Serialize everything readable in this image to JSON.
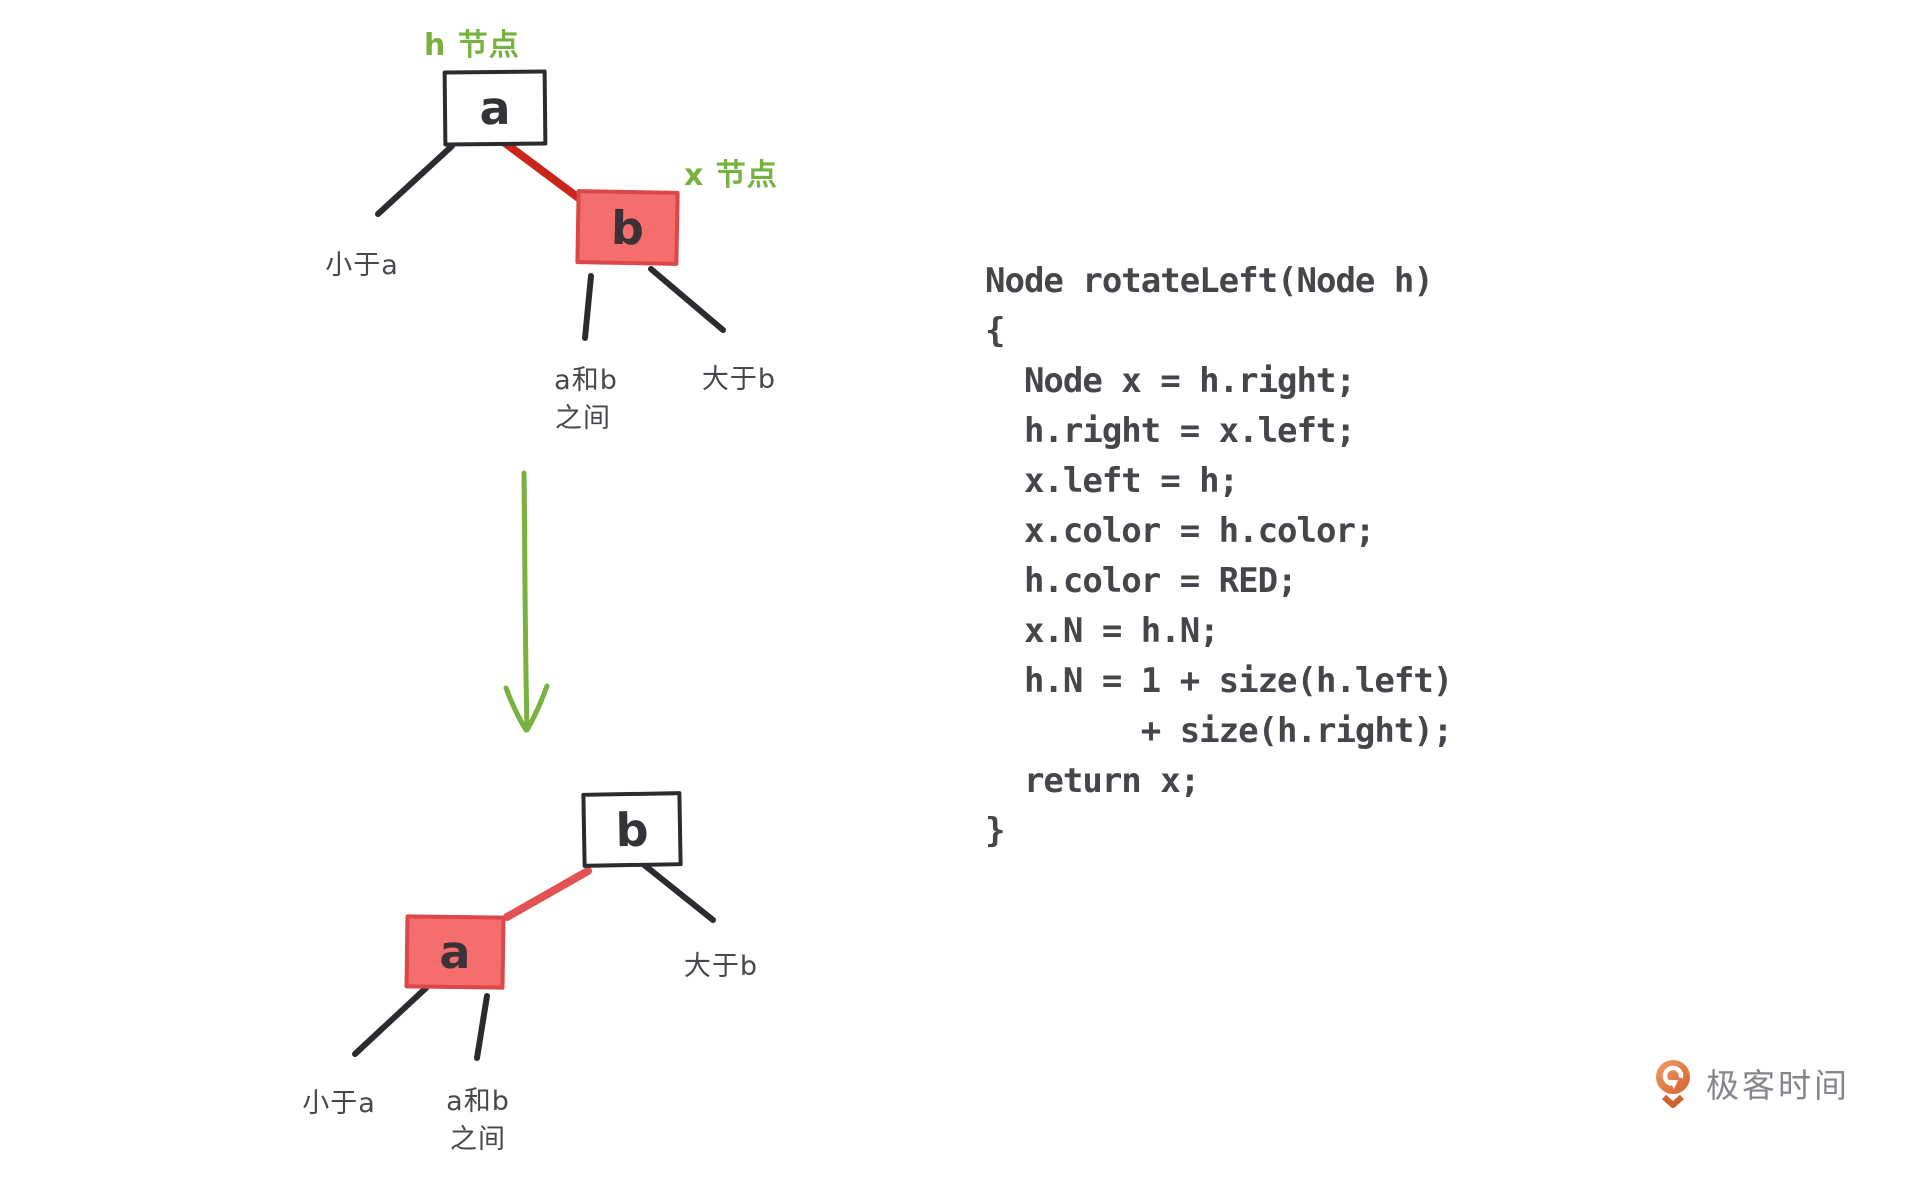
{
  "diagram": {
    "tree_before": {
      "annotation_h": "h 节点",
      "annotation_x": "x 节点",
      "root_node": "a",
      "right_child_node": "b",
      "leaf_less_than_a": "小于a",
      "leaf_between_line1": "a和b",
      "leaf_between_line2": "之间",
      "leaf_greater_than_b": "大于b"
    },
    "tree_after": {
      "root_node": "b",
      "left_child_node": "a",
      "leaf_less_than_a": "小于a",
      "leaf_between_line1": "a和b",
      "leaf_between_line2": "之间",
      "leaf_greater_than_b": "大于b"
    },
    "colors": {
      "red_node_fill": "#f56e6e",
      "red_node_border": "#dc4747",
      "red_link": "#cb241b",
      "red_link_light": "#e25252",
      "green_accent": "#77b13f",
      "ink": "#2b2c30",
      "code_text": "#45464c",
      "logo_orange": "#df7141",
      "logo_text_gray": "#85858d"
    }
  },
  "code": {
    "text": "Node rotateLeft(Node h)\n{\n  Node x = h.right;\n  h.right = x.left;\n  x.left = h;\n  x.color = h.color;\n  h.color = RED;\n  x.N = h.N;\n  h.N = 1 + size(h.left)\n        + size(h.right);\n  return x;\n}"
  },
  "logo": {
    "text": "极客时间"
  }
}
